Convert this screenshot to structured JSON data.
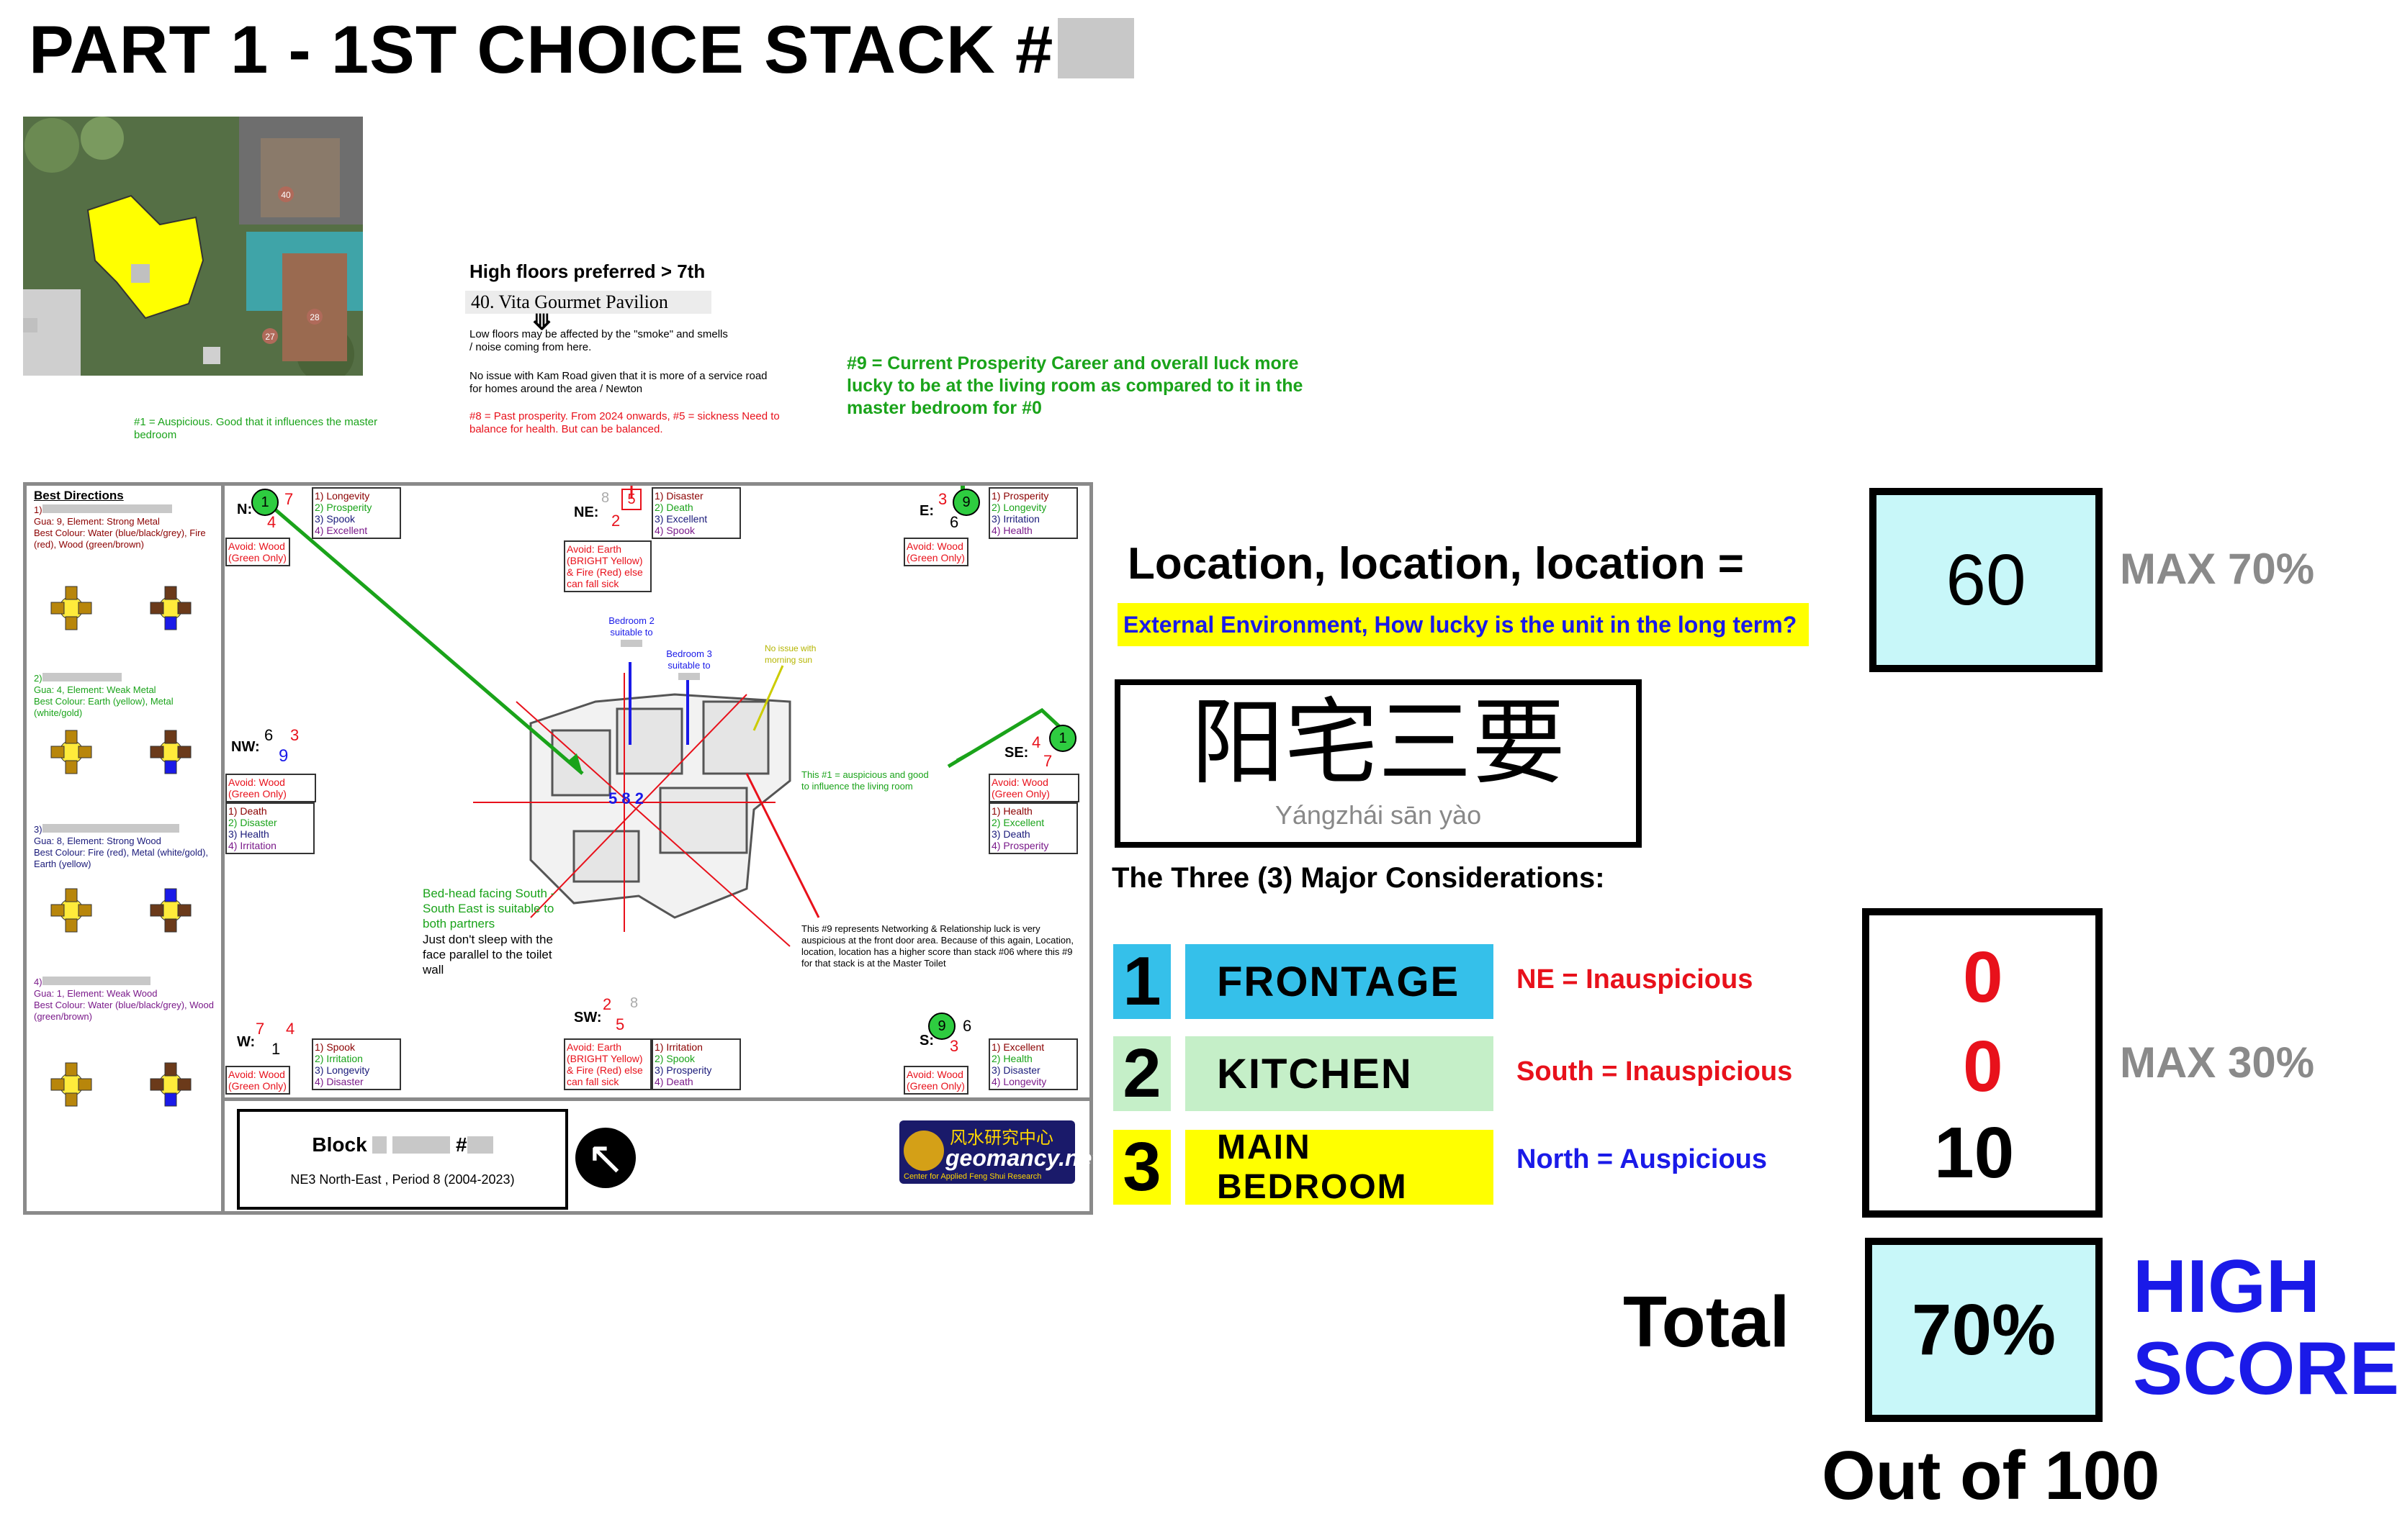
{
  "title": "PART 1 - 1ST CHOICE  STACK #",
  "top_notes": {
    "floors": "High floors preferred > 7th",
    "pavilion": "40.   Vita Gourmet Pavilion",
    "smoke": "Low floors may be affected by the \"smoke\" and smells / noise coming from here.",
    "road": "No issue with Kam         Road given that it is more of a service road for homes around the area / Newton",
    "eight": "#8 = Past prosperity. From 2024 onwards, #5 = sickness Need to balance for health. But can be balanced.",
    "nine": "#9 = Current Prosperity Career and overall luck more lucky to be at the living room as compared to it in the master bedroom for #0",
    "one": "#1 = Auspicious. Good that it influences the master bedroom"
  },
  "best_directions": {
    "heading": "Best Directions",
    "people": [
      {
        "num": "1)",
        "gua": "Gua: 9, Element: Strong Metal",
        "colour": "Best Colour: Water (blue/black/grey), Fire (red), Wood (green/brown)"
      },
      {
        "num": "2)",
        "gua": "Gua: 4, Element: Weak Metal",
        "colour": "Best Colour: Earth (yellow), Metal (white/gold)"
      },
      {
        "num": "3)",
        "gua": "Gua: 8, Element: Strong Wood",
        "colour": "Best Colour: Fire (red), Metal (white/gold), Earth (yellow)"
      },
      {
        "num": "4)",
        "gua": "Gua: 1, Element: Weak Wood",
        "colour": "Best Colour: Water (blue/black/grey), Wood (green/brown)"
      }
    ]
  },
  "sectors": {
    "N": {
      "label": "N:",
      "stars": [
        "1",
        "7",
        "4"
      ],
      "list": [
        "1) Longevity",
        "2) Prosperity",
        "3) Spook",
        "4) Excellent"
      ],
      "avoid": "Avoid: Wood (Green Only)"
    },
    "NE": {
      "label": "NE:",
      "stars": [
        "8",
        "5",
        "2"
      ],
      "list": [
        "1) Disaster",
        "2) Death",
        "3) Excellent",
        "4) Spook"
      ],
      "avoid": "Avoid: Earth (BRIGHT Yellow) & Fire (Red) else can fall sick"
    },
    "E": {
      "label": "E:",
      "stars": [
        "3",
        "9",
        "6"
      ],
      "list": [
        "1) Prosperity",
        "2) Longevity",
        "3) Irritation",
        "4) Health"
      ],
      "avoid": "Avoid: Wood (Green Only)"
    },
    "NW": {
      "label": "NW:",
      "stars": [
        "6",
        "3",
        "9"
      ],
      "list": [
        "1) Death",
        "2) Disaster",
        "3) Health",
        "4) Irritation"
      ],
      "avoid": "Avoid: Wood (Green Only)"
    },
    "SE": {
      "label": "SE:",
      "stars": [
        "4",
        "1",
        "7"
      ],
      "list": [
        "1) Health",
        "2) Excellent",
        "3) Death",
        "4) Prosperity"
      ],
      "avoid": "Avoid: Wood (Green Only)"
    },
    "W": {
      "label": "W:",
      "stars": [
        "7",
        "4",
        "1"
      ],
      "list": [
        "1) Spook",
        "2) Irritation",
        "3) Longevity",
        "4) Disaster"
      ],
      "avoid": "Avoid: Wood (Green Only)"
    },
    "SW": {
      "label": "SW:",
      "stars": [
        "2",
        "8",
        "5"
      ],
      "list": [
        "1) Irritation",
        "2) Spook",
        "3) Prosperity",
        "4) Death"
      ],
      "avoid": "Avoid: Earth (BRIGHT Yellow) & Fire (Red) else can fall sick"
    },
    "S": {
      "label": "S:",
      "stars": [
        "9",
        "6",
        "3"
      ],
      "list": [
        "1) Excellent",
        "2) Health",
        "3) Disaster",
        "4) Longevity"
      ],
      "avoid": "Avoid: Wood (Green Only)"
    }
  },
  "plan_notes": {
    "bed2": "Bedroom 2 suitable to",
    "bed3": "Bedroom 3 suitable to",
    "morning": "No issue with morning sun",
    "living": "This #1 = auspicious and good to influence the living room",
    "bedhead1": "Bed-head facing South - South East is suitable to both partners",
    "bedhead2": "Just don't sleep with the face parallel to the toilet wall",
    "nine_front": "This #9 represents Networking & Relationship luck is very auspicious at the front door area. Because of this again, Location, location, location has a higher score than stack #06 where this #9 for that stack is at the Master Toilet",
    "center_stars": "5 8 2"
  },
  "block": {
    "label": "Block",
    "hash": "#",
    "period": "NE3 North-East , Period 8 (2004-2023)"
  },
  "logo": {
    "chinese": "风水研究中心",
    "name": "geomancy.net",
    "sub": "Center for Applied Feng Shui Research"
  },
  "location": {
    "heading": "Location, location, location =",
    "sub": "External Environment, How lucky is the unit in the long term?",
    "score": "60",
    "max": "MAX 70%"
  },
  "yangzhai": {
    "chinese": "阳宅三要",
    "pinyin": "Yángzhái sān yào"
  },
  "considerations": {
    "heading": "The Three (3) Major Considerations:",
    "items": [
      {
        "num": "1",
        "label": "FRONTAGE",
        "note": "NE = Inauspicious",
        "score": "0",
        "num_bg": "#35c0ea",
        "label_bg": "#35c0ea",
        "note_color": "#e8111b",
        "score_color": "#e8111b"
      },
      {
        "num": "2",
        "label": "KITCHEN",
        "note": "South = Inauspicious",
        "score": "0",
        "num_bg": "#c5efc8",
        "label_bg": "#c5efc8",
        "note_color": "#e8111b",
        "score_color": "#e8111b"
      },
      {
        "num": "3",
        "label": "MAIN BEDROOM",
        "note": "North = Auspicious",
        "score": "10",
        "num_bg": "#ffff00",
        "label_bg": "#ffff00",
        "note_color": "#1a1ae8",
        "score_color": "#000000"
      }
    ],
    "max": "MAX 30%"
  },
  "total": {
    "label": "Total",
    "value": "70%",
    "verdict_line1": "HIGH",
    "verdict_line2": "SCORE",
    "out_of": "Out of 100"
  }
}
